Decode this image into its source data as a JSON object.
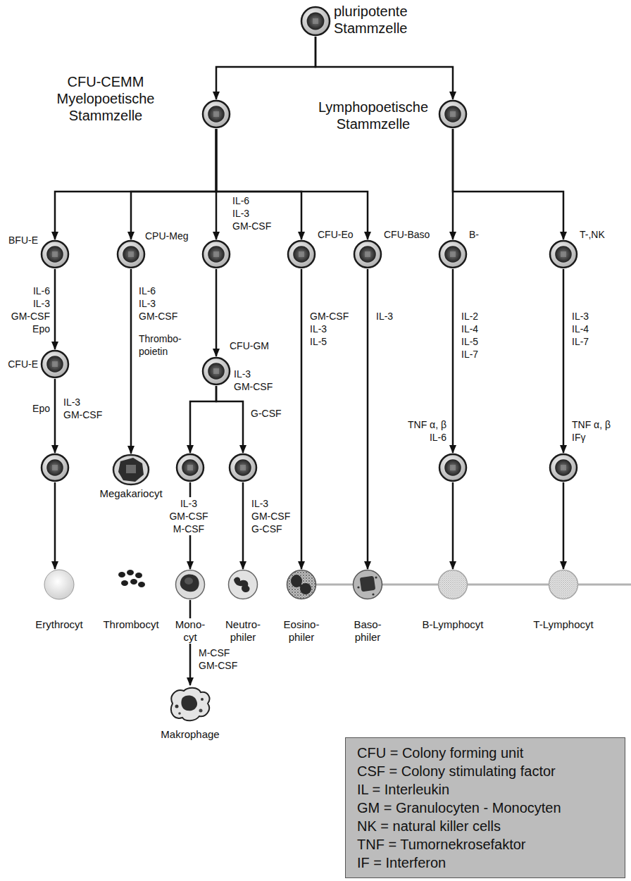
{
  "diagram": {
    "nodes": [
      {
        "text": [
          "pluripotente Stammzelle"
        ]
      },
      {
        "text": [
          "CFU-CEMM Myelopoetische Stammzelle"
        ]
      },
      {
        "text": [
          "Lymphopoetische Stammzelle"
        ]
      },
      {
        "text": [
          "BFU-E"
        ]
      },
      {
        "text": [
          "CPU-Meg"
        ]
      },
      {
        "text": []
      },
      {
        "text": [
          "CFU-Eo"
        ]
      },
      {
        "text": [
          "CFU-Baso"
        ]
      },
      {
        "text": [
          "B-"
        ]
      },
      {
        "text": [
          "T-,NK"
        ]
      },
      {
        "text": [
          "CFU-E"
        ]
      },
      {
        "text": [
          "CFU-GM"
        ]
      },
      {
        "text": []
      },
      {
        "text": [
          "Megakariocyt"
        ]
      },
      {
        "text": []
      },
      {
        "text": []
      },
      {
        "text": []
      },
      {
        "text": []
      },
      {
        "text": [
          "Erythrocyt"
        ]
      },
      {
        "text": [
          "Thrombocyt"
        ]
      },
      {
        "text": [
          "Mono- cyt"
        ]
      },
      {
        "text": [
          "Neutro- philer"
        ]
      },
      {
        "text": [
          "Eosino- philer"
        ]
      },
      {
        "text": [
          "Baso- philer"
        ]
      },
      {
        "text": [
          "B-Lymphocyt"
        ]
      },
      {
        "text": [
          "T-Lymphocyt"
        ]
      },
      {
        "text": [
          "Makrophage"
        ]
      },
      {
        "text": [
          "CFU = Colony forming unit",
          "CSF = Colony stimulating factor",
          "IL = Interleukin",
          "GM = Granulocyten - Monocyten",
          "NK = natural killer cells",
          "TNF = Tumornekrosefaktor",
          "IF = Interferon"
        ]
      }
    ],
    "edges": [
      {
        "from": 0,
        "to": 1,
        "arrow": "to"
      },
      {
        "from": 0,
        "to": 2,
        "arrow": "to"
      },
      {
        "from": 1,
        "to": 3,
        "arrow": "to"
      },
      {
        "from": 1,
        "to": 4,
        "arrow": "to"
      },
      {
        "from": 1,
        "to": 5,
        "arrow": "to",
        "label": "IL-6 IL-3 GM-CSF"
      },
      {
        "from": 1,
        "to": 6,
        "arrow": "to"
      },
      {
        "from": 1,
        "to": 7,
        "arrow": "to"
      },
      {
        "from": 2,
        "to": 8,
        "arrow": "to"
      },
      {
        "from": 2,
        "to": 9,
        "arrow": "to"
      },
      {
        "from": 3,
        "to": 10,
        "arrow": "to",
        "label": "IL-6 IL-3 GM-CSF Epo"
      },
      {
        "from": 4,
        "to": 13,
        "arrow": "to",
        "label": "IL-6 IL-3 GM-CSF"
      },
      {
        "from": 5,
        "to": 11,
        "arrow": "to"
      },
      {
        "from": 6,
        "to": 22,
        "arrow": "to",
        "label": "GM-CSF IL-3 IL-5"
      },
      {
        "from": 7,
        "to": 23,
        "arrow": "to",
        "label": "IL-3"
      },
      {
        "from": 8,
        "to": 16,
        "arrow": "to",
        "label": "IL-2 IL-4 IL-5 IL-7"
      },
      {
        "from": 9,
        "to": 17,
        "arrow": "to",
        "label": "IL-3 IL-4 IL-7"
      },
      {
        "from": 10,
        "to": 12,
        "arrow": "to",
        "label": "IL-3 GM-CSF"
      },
      {
        "from": 11,
        "to": 14,
        "arrow": "to"
      },
      {
        "from": 11,
        "to": 15,
        "arrow": "to",
        "label": "G-CSF"
      },
      {
        "from": 12,
        "to": 18,
        "arrow": "to"
      },
      {
        "from": 14,
        "to": 20,
        "arrow": "to",
        "label": "IL-3 GM-CSF M-CSF"
      },
      {
        "from": 15,
        "to": 21,
        "arrow": "to",
        "label": "IL-3 GM-CSF G-CSF"
      },
      {
        "from": 16,
        "to": 24,
        "arrow": "to"
      },
      {
        "from": 17,
        "to": 25,
        "arrow": "to"
      },
      {
        "from": 20,
        "to": 26,
        "arrow": "to",
        "label": "M-CSF GM-CSF"
      }
    ],
    "labels": [
      "Thrombo- poietin",
      "Epo",
      "IL-3 GM-CSF",
      "TNF α, β IL-6",
      "TNF α, β IFγ"
    ]
  }
}
